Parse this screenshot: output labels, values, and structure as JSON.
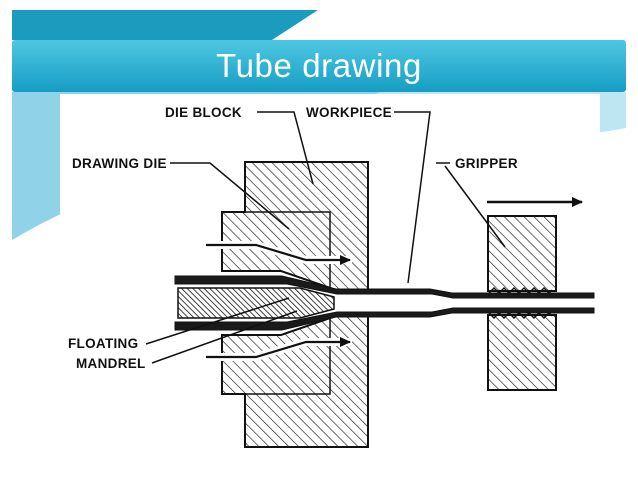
{
  "slide": {
    "title": "Tube drawing"
  },
  "diagram": {
    "labels": {
      "die_block": "DIE BLOCK",
      "workpiece": "WORKPIECE",
      "drawing_die": "DRAWING DIE",
      "gripper": "GRIPPER",
      "floating_line1": "FLOATING",
      "floating_line2": "MANDREL"
    }
  },
  "colors": {
    "band_top": "#4ec8e2",
    "band_bottom": "#169dc4",
    "top_wedge": "#1b9cbe",
    "swoosh_light": "#bde5f2",
    "swoosh_mid": "#90d3e8",
    "ink": "#111111",
    "background": "#ffffff"
  }
}
